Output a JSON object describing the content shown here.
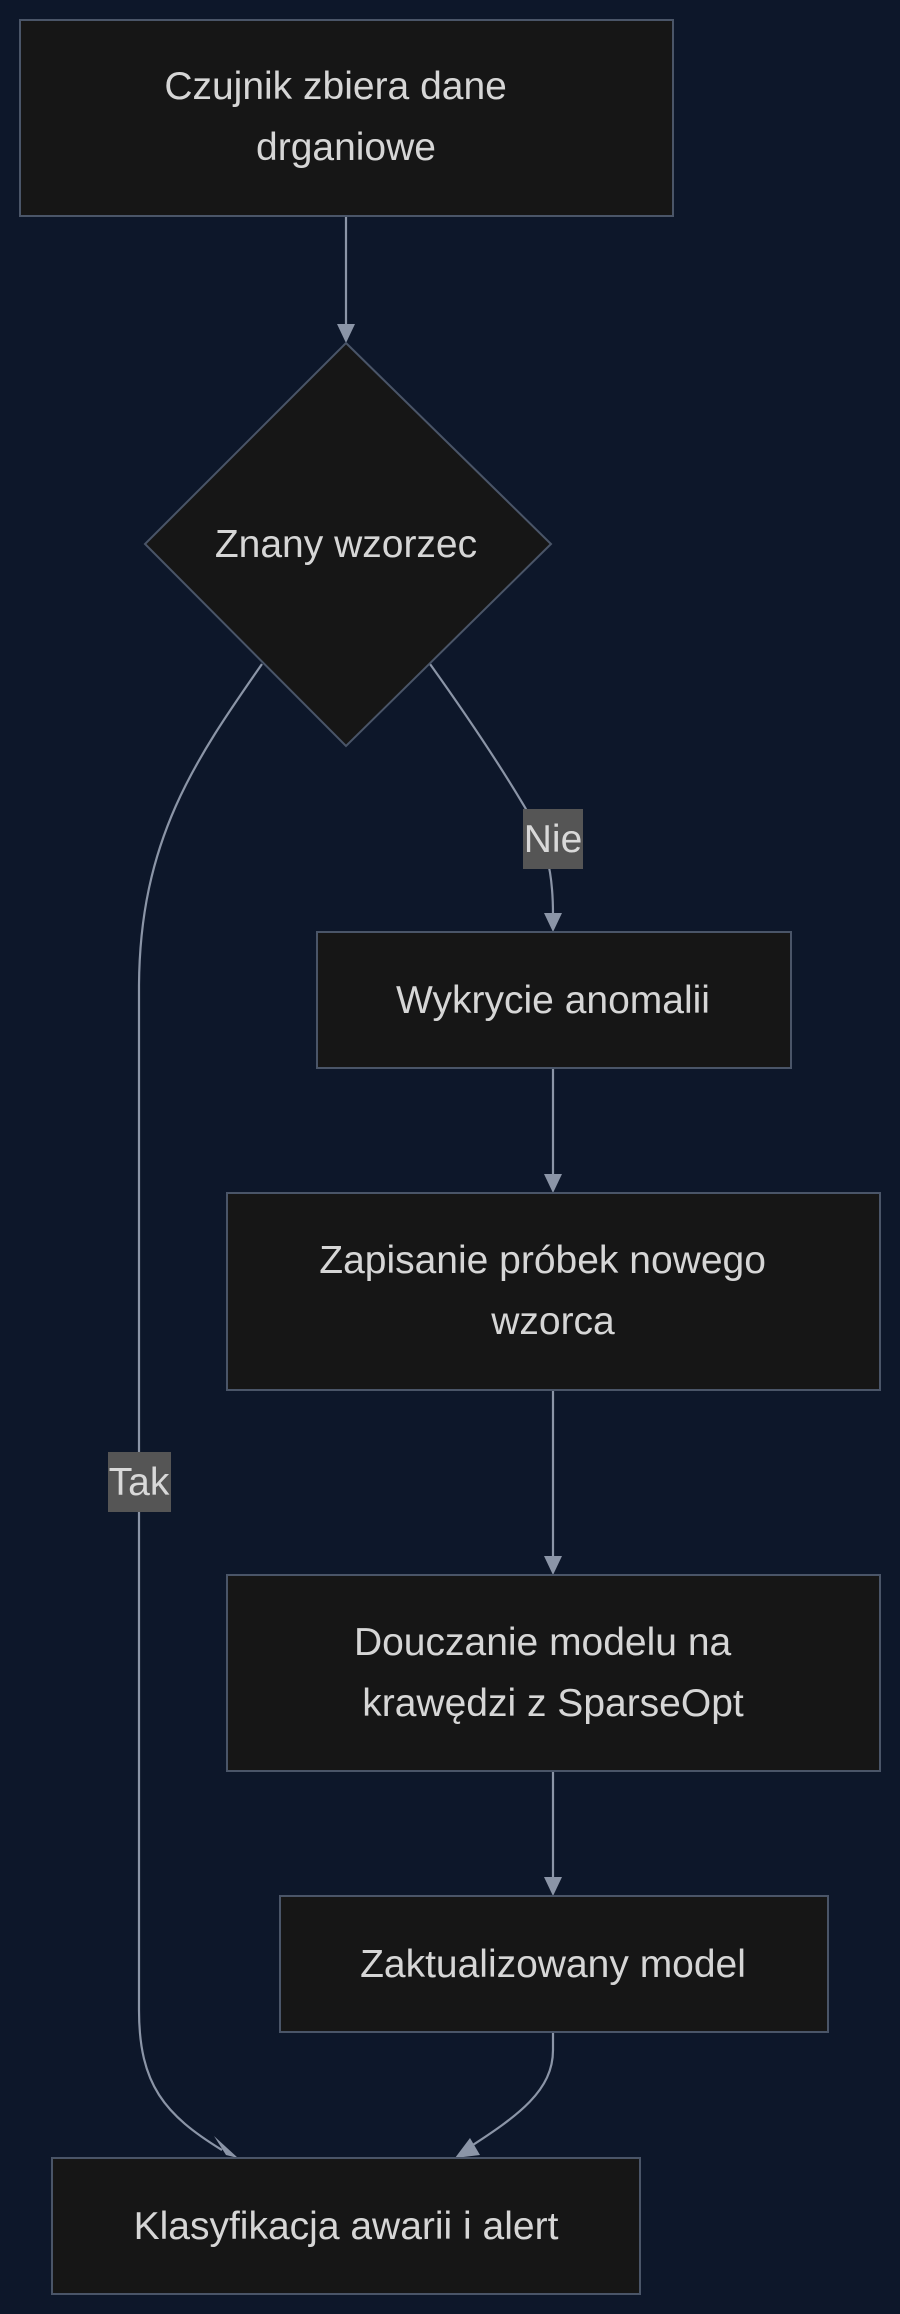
{
  "nodes": {
    "sensor": {
      "lines": [
        "Czujnik zbiera dane",
        "drganiowe"
      ]
    },
    "decision": {
      "lines": [
        "Znany wzorzec"
      ]
    },
    "anomaly": {
      "lines": [
        "Wykrycie anomalii"
      ]
    },
    "save": {
      "lines": [
        "Zapisanie próbek nowego",
        "wzorca"
      ]
    },
    "retrain": {
      "lines": [
        "Douczanie modelu na",
        "krawędzi z SparseOpt"
      ]
    },
    "updated": {
      "lines": [
        "Zaktualizowany model"
      ]
    },
    "classify": {
      "lines": [
        "Klasyfikacja awarii i alert"
      ]
    }
  },
  "edges": {
    "yes_label": "Tak",
    "no_label": "Nie"
  },
  "colors": {
    "background": "#0d172a",
    "node_fill": "#161616",
    "node_stroke": "#4a5568",
    "edge": "#8b95a7",
    "label_bg": "#555555",
    "text": "#d6d6d6"
  }
}
